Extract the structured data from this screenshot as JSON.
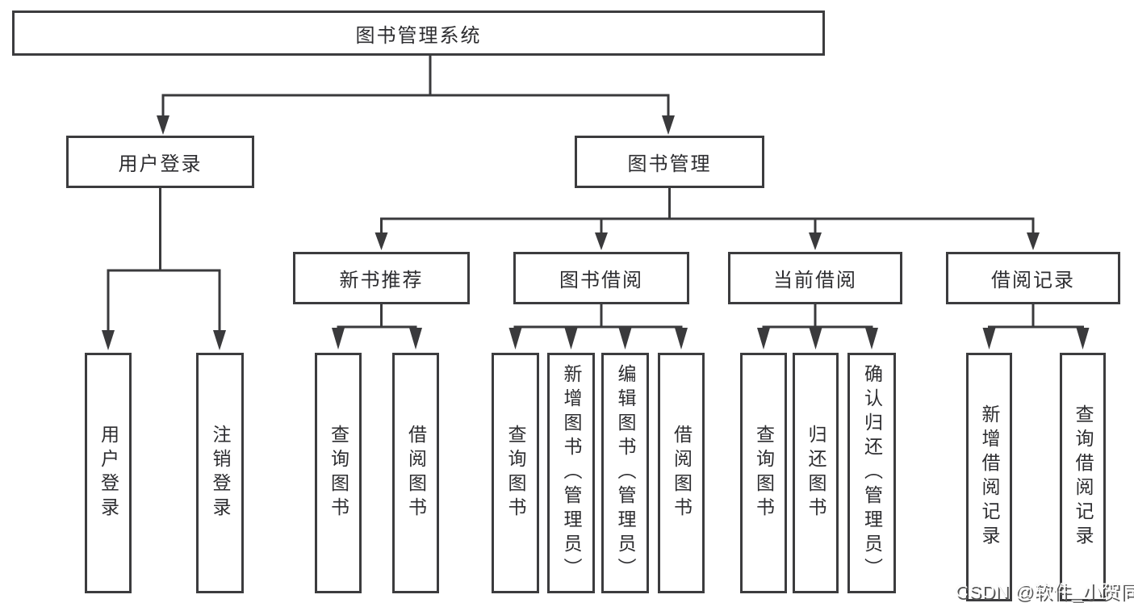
{
  "tree": {
    "label": "图书管理系统",
    "children": [
      {
        "label": "用户登录",
        "children": [
          {
            "label": "用户登录"
          },
          {
            "label": "注销登录"
          }
        ]
      },
      {
        "label": "图书管理",
        "children": [
          {
            "label": "新书推荐",
            "children": [
              {
                "label": "查询图书"
              },
              {
                "label": "借阅图书"
              }
            ]
          },
          {
            "label": "图书借阅",
            "children": [
              {
                "label": "查询图书"
              },
              {
                "label": "新增图书（管理员）"
              },
              {
                "label": "编辑图书（管理员）"
              },
              {
                "label": "借阅图书"
              }
            ]
          },
          {
            "label": "当前借阅",
            "children": [
              {
                "label": "查询图书"
              },
              {
                "label": "归还图书"
              },
              {
                "label": "确认归还（管理员）"
              }
            ]
          },
          {
            "label": "借阅记录",
            "children": [
              {
                "label": "新增借阅记录"
              },
              {
                "label": "查询借阅记录"
              }
            ]
          }
        ]
      }
    ]
  },
  "watermark": "CSDN @软件_小贺同学",
  "colors": {
    "line": "#3a3a3c",
    "box_border": "#3c3c3e",
    "text": "#2d2d30",
    "background": "#ffffff",
    "watermark_front": "#fbfbfb",
    "watermark_back": "#545454"
  }
}
